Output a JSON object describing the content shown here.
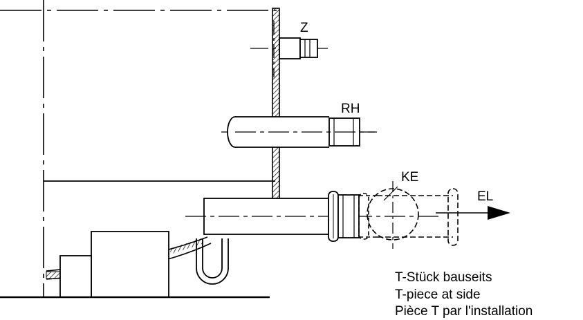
{
  "labels": {
    "z": "Z",
    "rh": "RH",
    "ke": "KE",
    "el": "EL"
  },
  "note": {
    "line1": "T-Stück bauseits",
    "line2": "T-piece at side",
    "line3": "Pièce T par l'installation"
  }
}
